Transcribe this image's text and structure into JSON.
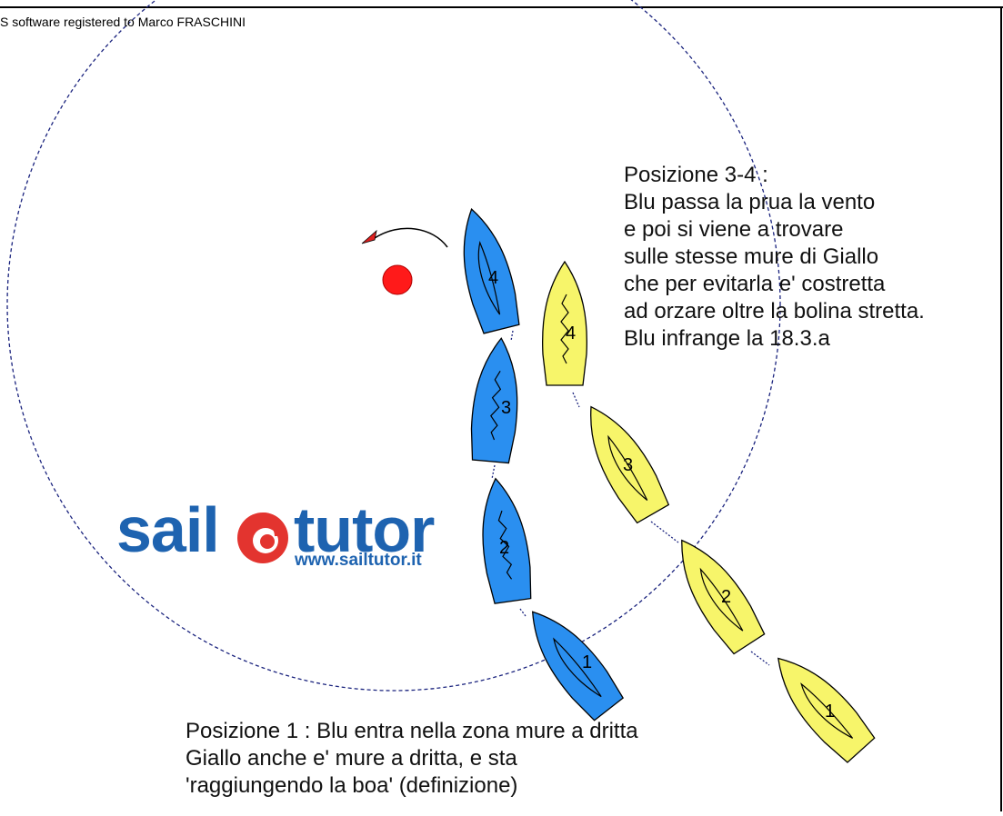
{
  "registration_text": "S software registered to Marco FRASCHINI",
  "notes": {
    "top_right": [
      "Posizione 3-4 :",
      "Blu passa la prua la vento",
      "e poi si viene a trovare",
      "sulle stesse mure di Giallo",
      "che per evitarla e' costretta",
      "ad orzare oltre la bolina stretta.",
      "Blu infrange la 18.3.a"
    ],
    "bottom": [
      "Posizione 1 : Blu entra nella zona mure a dritta",
      "Giallo anche e' mure a dritta, e sta",
      "'raggiungendo la boa' (definizione)"
    ]
  },
  "logo": {
    "word_left": "sail",
    "word_right": "tutor",
    "url": "www.sailtutor.it"
  },
  "colors": {
    "blue_boat": "#2a8ff0",
    "yellow_boat": "#f7f56a",
    "mark": "#ff1a1a",
    "zone_circle": "#1a237e",
    "logo_blue": "#1e63b0",
    "logo_red": "#e3342f"
  },
  "boats": {
    "blue": [
      {
        "label": "1"
      },
      {
        "label": "2"
      },
      {
        "label": "3"
      },
      {
        "label": "4"
      }
    ],
    "yellow": [
      {
        "label": "1"
      },
      {
        "label": "2"
      },
      {
        "label": "3"
      },
      {
        "label": "4"
      }
    ]
  },
  "icons": {
    "mark": "mark-buoy-icon",
    "rounding_arrow": "rounding-arrow-icon"
  }
}
